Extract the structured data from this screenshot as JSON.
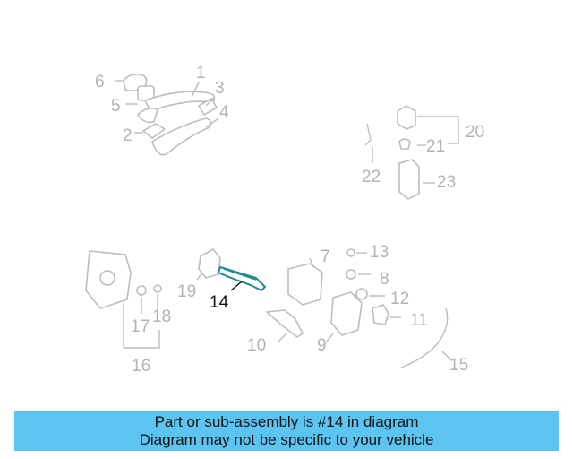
{
  "diagram": {
    "highlighted_part": "14",
    "callouts": [
      "1",
      "2",
      "3",
      "4",
      "5",
      "6",
      "7",
      "8",
      "9",
      "10",
      "11",
      "12",
      "13",
      "14",
      "15",
      "16",
      "17",
      "18",
      "19",
      "20",
      "21",
      "22",
      "23"
    ]
  },
  "banner": {
    "line1": "Part or sub-assembly is #14 in diagram",
    "line2": "Diagram may not be specific to your vehicle"
  },
  "colors": {
    "banner_bg": "#5bc4f1",
    "highlight": "#1f8a8f",
    "lines": "#bdbdbd"
  }
}
